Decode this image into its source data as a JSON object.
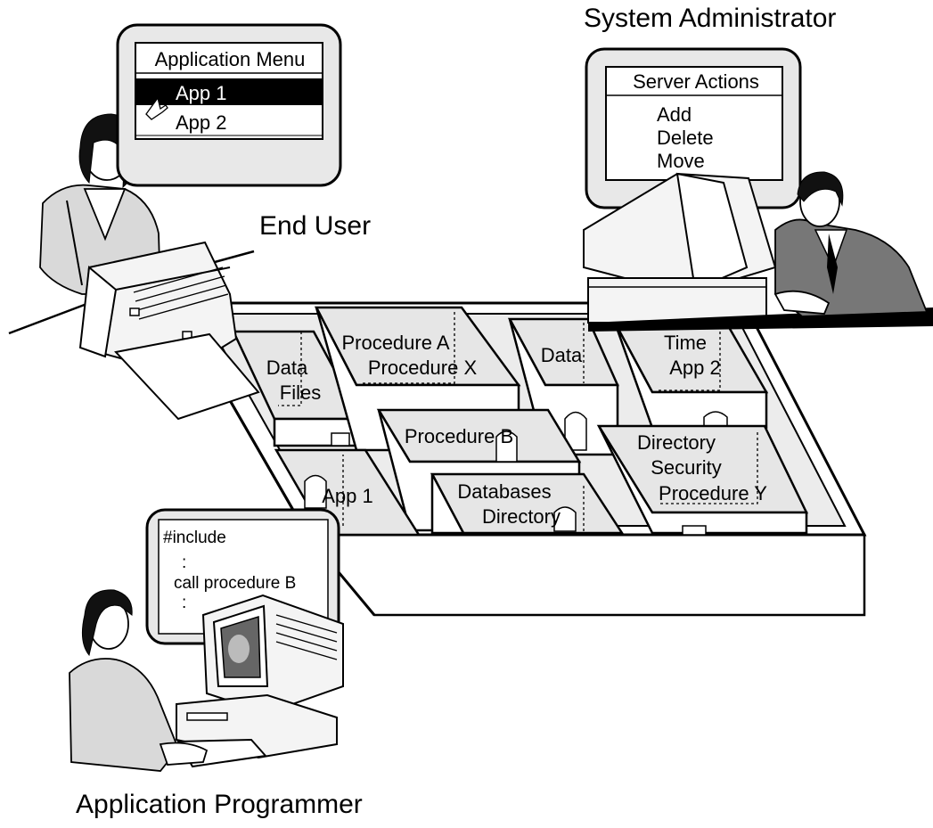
{
  "roles": {
    "system_administrator": "System Administrator",
    "end_user": "End User",
    "application_programmer": "Application Programmer"
  },
  "end_user_screen": {
    "title": "Application Menu",
    "items": [
      "App 1",
      "App 2"
    ],
    "selected_index": 0
  },
  "admin_screen": {
    "title": "Server Actions",
    "items": [
      "Add",
      "Delete",
      "Move"
    ]
  },
  "programmer_screen": {
    "lines": [
      "#include",
      ":",
      "call  procedure  B",
      ":"
    ]
  },
  "rooms": {
    "data_files": [
      "Data",
      "Files"
    ],
    "procedures_ax": [
      "Procedure A",
      "Procedure X"
    ],
    "data": [
      "Data"
    ],
    "time_app2": [
      "Time",
      "App 2"
    ],
    "procedure_b": [
      "Procedure B"
    ],
    "directory_security": [
      "Directory",
      "Security",
      "Procedure Y"
    ],
    "app1": [
      "App 1"
    ],
    "databases_directory": [
      "Databases",
      "Directory"
    ]
  }
}
